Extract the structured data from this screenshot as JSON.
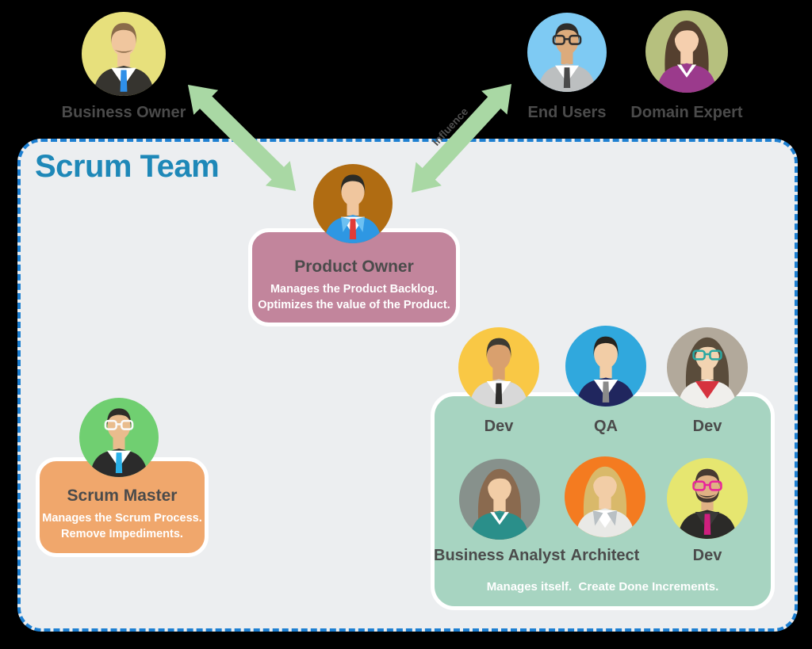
{
  "colors": {
    "background": "#000000",
    "container_bg": "#eceef0",
    "container_border": "#1d7fd1",
    "title": "#1e88b8",
    "label": "#4b4b4b",
    "arrow": "#a9d8a4",
    "product_owner_box": "#c2859c",
    "scrum_master_box": "#f0a76c",
    "dev_team_box": "#a7d4c1"
  },
  "scrum_team": {
    "title": "Scrum Team"
  },
  "arrows": {
    "influence_label": "Influence"
  },
  "outside_people": {
    "business_owner": {
      "label": "Business Owner",
      "avatar": {
        "bg": "#e7e07c",
        "skin": "#f0c69e",
        "hair": "#8a6b4a",
        "style": "male",
        "torso": "#36342f",
        "shirt": "#ffffff",
        "tie": "#2f8fe8",
        "mustache": "#8a6b4a"
      }
    },
    "end_users": {
      "label": "End Users",
      "avatar": {
        "bg": "#7ecaf3",
        "skin": "#dcab7c",
        "hair": "#2e2d2b",
        "style": "male",
        "torso": "#bcbfc0",
        "shirt": "#ffffff",
        "tie": "#4a4a4a",
        "glasses": "#2f2f2f"
      }
    },
    "domain_expert": {
      "label": "Domain Expert",
      "avatar": {
        "bg": "#b6c07e",
        "skin": "#f5cfae",
        "hair": "#55402f",
        "style": "female",
        "torso": "#9b3a8c",
        "shirt": "#ffffff",
        "blouse": true
      }
    }
  },
  "product_owner": {
    "label": "Product Owner",
    "lines": [
      "Manages the Product Backlog.",
      "Optimizes the value of the Product."
    ],
    "avatar": {
      "bg": "#b06c12",
      "skin": "#f0c69e",
      "hair": "#2b2b26",
      "style": "male",
      "torso": "#2e97e3",
      "lapel": "#6cc0f2",
      "shirt": "#ffffff",
      "tie": "#e23c38"
    }
  },
  "scrum_master": {
    "label": "Scrum Master",
    "lines": [
      "Manages the Scrum Process.",
      "Remove Impediments."
    ],
    "avatar": {
      "bg": "#70cf71",
      "skin": "#e9bc8d",
      "hair": "#2e2d28",
      "style": "male",
      "torso": "#2b2b2b",
      "shirt": "#ffffff",
      "tie": "#29b0e8",
      "glasses": "#fafafa"
    }
  },
  "dev_team": {
    "caption": "Manages itself.  Create Done Increments.",
    "members": [
      {
        "label": "Dev",
        "avatar": {
          "bg": "#f9c845",
          "skin": "#d9a06e",
          "hair": "#3c3a33",
          "style": "male",
          "torso": "#d8d8d8",
          "shirt": "#ffffff",
          "tie": "#2e2d2b"
        }
      },
      {
        "label": "QA",
        "avatar": {
          "bg": "#30a8dd",
          "skin": "#f2cda6",
          "hair": "#26241f",
          "style": "male",
          "torso": "#20265e",
          "shirt": "#ffffff",
          "tie": "#8a8a8a"
        }
      },
      {
        "label": "Dev",
        "avatar": {
          "bg": "#b2a99b",
          "skin": "#f2d3b1",
          "hair": "#5a4c3b",
          "style": "female",
          "torso": "#f0efec",
          "shirt": "#d6333f",
          "glasses": "#2aa8a2"
        }
      },
      {
        "label": "Business Analyst",
        "avatar": {
          "bg": "#87918c",
          "skin": "#f2cda6",
          "hair": "#8a6a4f",
          "style": "female",
          "torso": "#2a8f8a",
          "shirt": "#ffffff",
          "blouse": true
        }
      },
      {
        "label": "Architect",
        "avatar": {
          "bg": "#f47b20",
          "skin": "#f2cda6",
          "hair": "#d9b96a",
          "style": "female",
          "torso": "#e9e9e6",
          "lapel": "#b9c0c4",
          "shirt": "#ffffff"
        }
      },
      {
        "label": "Dev",
        "avatar": {
          "bg": "#e6e670",
          "skin": "#e0b184",
          "hair": "#463931",
          "style": "male",
          "torso": "#2b2a28",
          "shirt": "#3a3a38",
          "tie": "#cf1f7e",
          "glasses": "#e8239a",
          "beard": "#463931",
          "mustache": "#463931"
        }
      }
    ]
  }
}
